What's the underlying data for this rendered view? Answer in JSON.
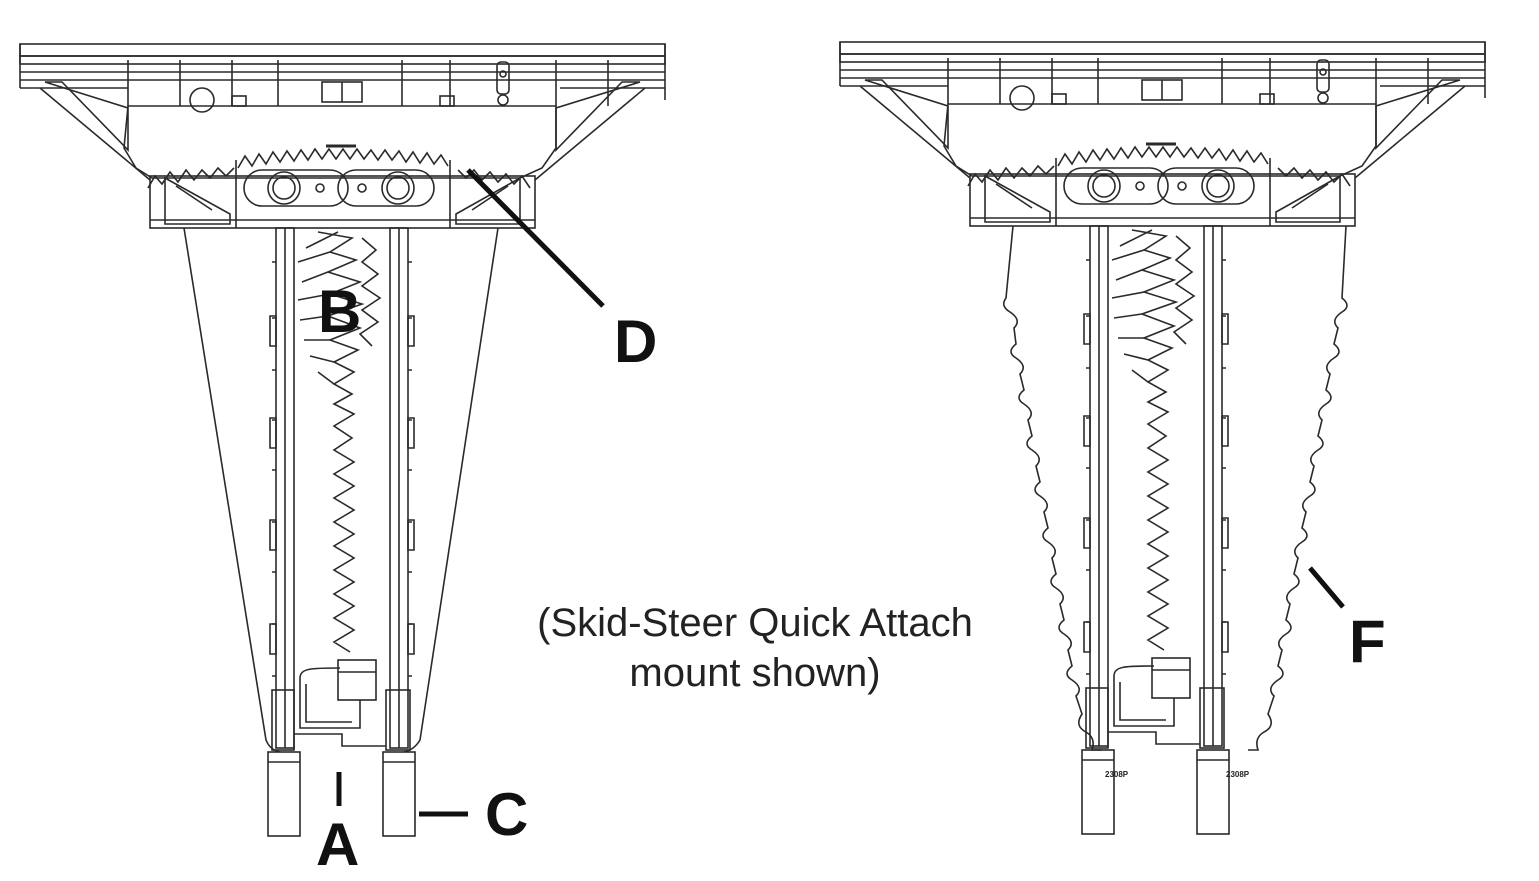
{
  "callouts": {
    "a": "A",
    "b": "B",
    "c": "C",
    "d": "D",
    "f": "F"
  },
  "caption": {
    "line1": "(Skid-Steer Quick Attach",
    "line2": "mount shown)"
  },
  "tags": {
    "left_mount": "2308P",
    "right_mount": "2308P"
  },
  "colors": {
    "line": "#2a2a2a",
    "leader": "#111111",
    "background": "#ffffff"
  }
}
